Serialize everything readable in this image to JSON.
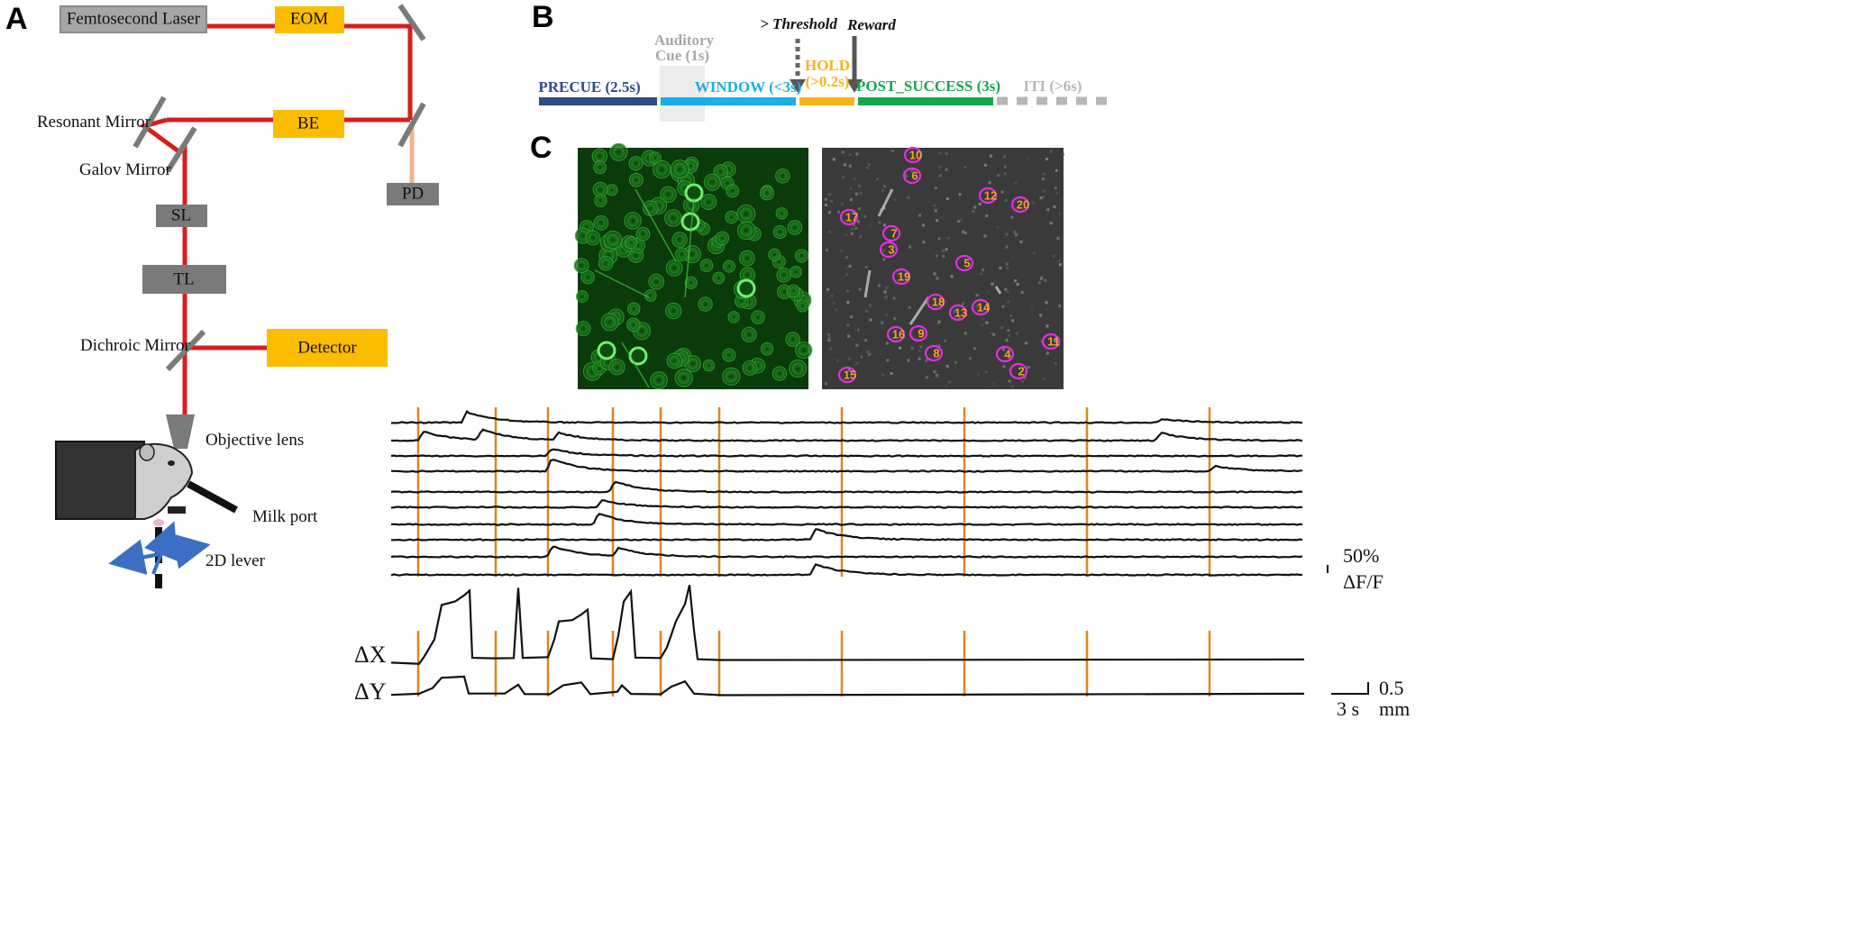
{
  "panels": {
    "a": "A",
    "b": "B",
    "c": "C"
  },
  "setup": {
    "laser": "Femtosecond Laser",
    "eom": "EOM",
    "be": "BE",
    "pd": "PD",
    "sl": "SL",
    "tl": "TL",
    "detector": "Detector",
    "resonant_mirror": "Resonant Mirror",
    "galvo_mirror": "Galov Mirror",
    "dichroic_mirror": "Dichroic Mirror",
    "objective_lens": "Objective lens",
    "milk_port": "Milk port",
    "lever": "2D lever"
  },
  "timeline": {
    "threshold": "> Threshold",
    "reward": "Reward",
    "cue_line1": "Auditory",
    "cue_line2": "Cue (1s)",
    "precue": "PRECUE (2.5s)",
    "window": "WINDOW (<3s)",
    "hold_line1": "HOLD",
    "hold_line2": "(>0.2s)",
    "post_success": "POST_SUCCESS (3s)",
    "iti": "ITI (>6s)",
    "colors": {
      "precue": "#2e4a87",
      "window": "#1aaeea",
      "hold": "#f6b617",
      "post_success": "#14a650",
      "iti": "#b7b7b7",
      "cue": "#ececec"
    }
  },
  "roi_labels": [
    "10",
    "6",
    "12",
    "20",
    "17",
    "7",
    "3",
    "5",
    "19",
    "18",
    "13",
    "14",
    "16",
    "9",
    "8",
    "4",
    "2",
    "11",
    "15"
  ],
  "traces": {
    "x_label": "ΔX",
    "y_label": "ΔY",
    "df_scale_line1": "50%",
    "df_scale_line2": "ΔF/F",
    "time_scale": "3 s",
    "mm_scale_line1": "0.5",
    "mm_scale_line2": "mm",
    "event_color": "#e0851a"
  }
}
